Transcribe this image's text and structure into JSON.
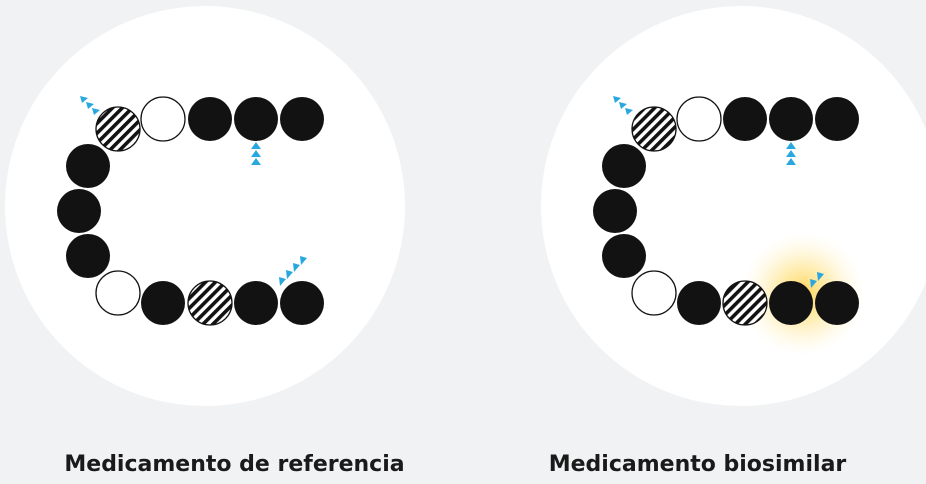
{
  "panels": [
    {
      "id": "reference",
      "title": "Medicamento de referencia",
      "highlight": false
    },
    {
      "id": "biosimilar",
      "title": "Medicamento biosimilar",
      "highlight": true
    }
  ],
  "colors": {
    "background": "#f1f2f4",
    "disc": "#ffffff",
    "bead_filled": "#121212",
    "bead_open": "#ffffff",
    "arrow": "#29a8e0",
    "glow": "#ffd24a"
  },
  "icons": [
    "bead-filled",
    "bead-open",
    "bead-hatched",
    "triangle-arrow-icon"
  ]
}
